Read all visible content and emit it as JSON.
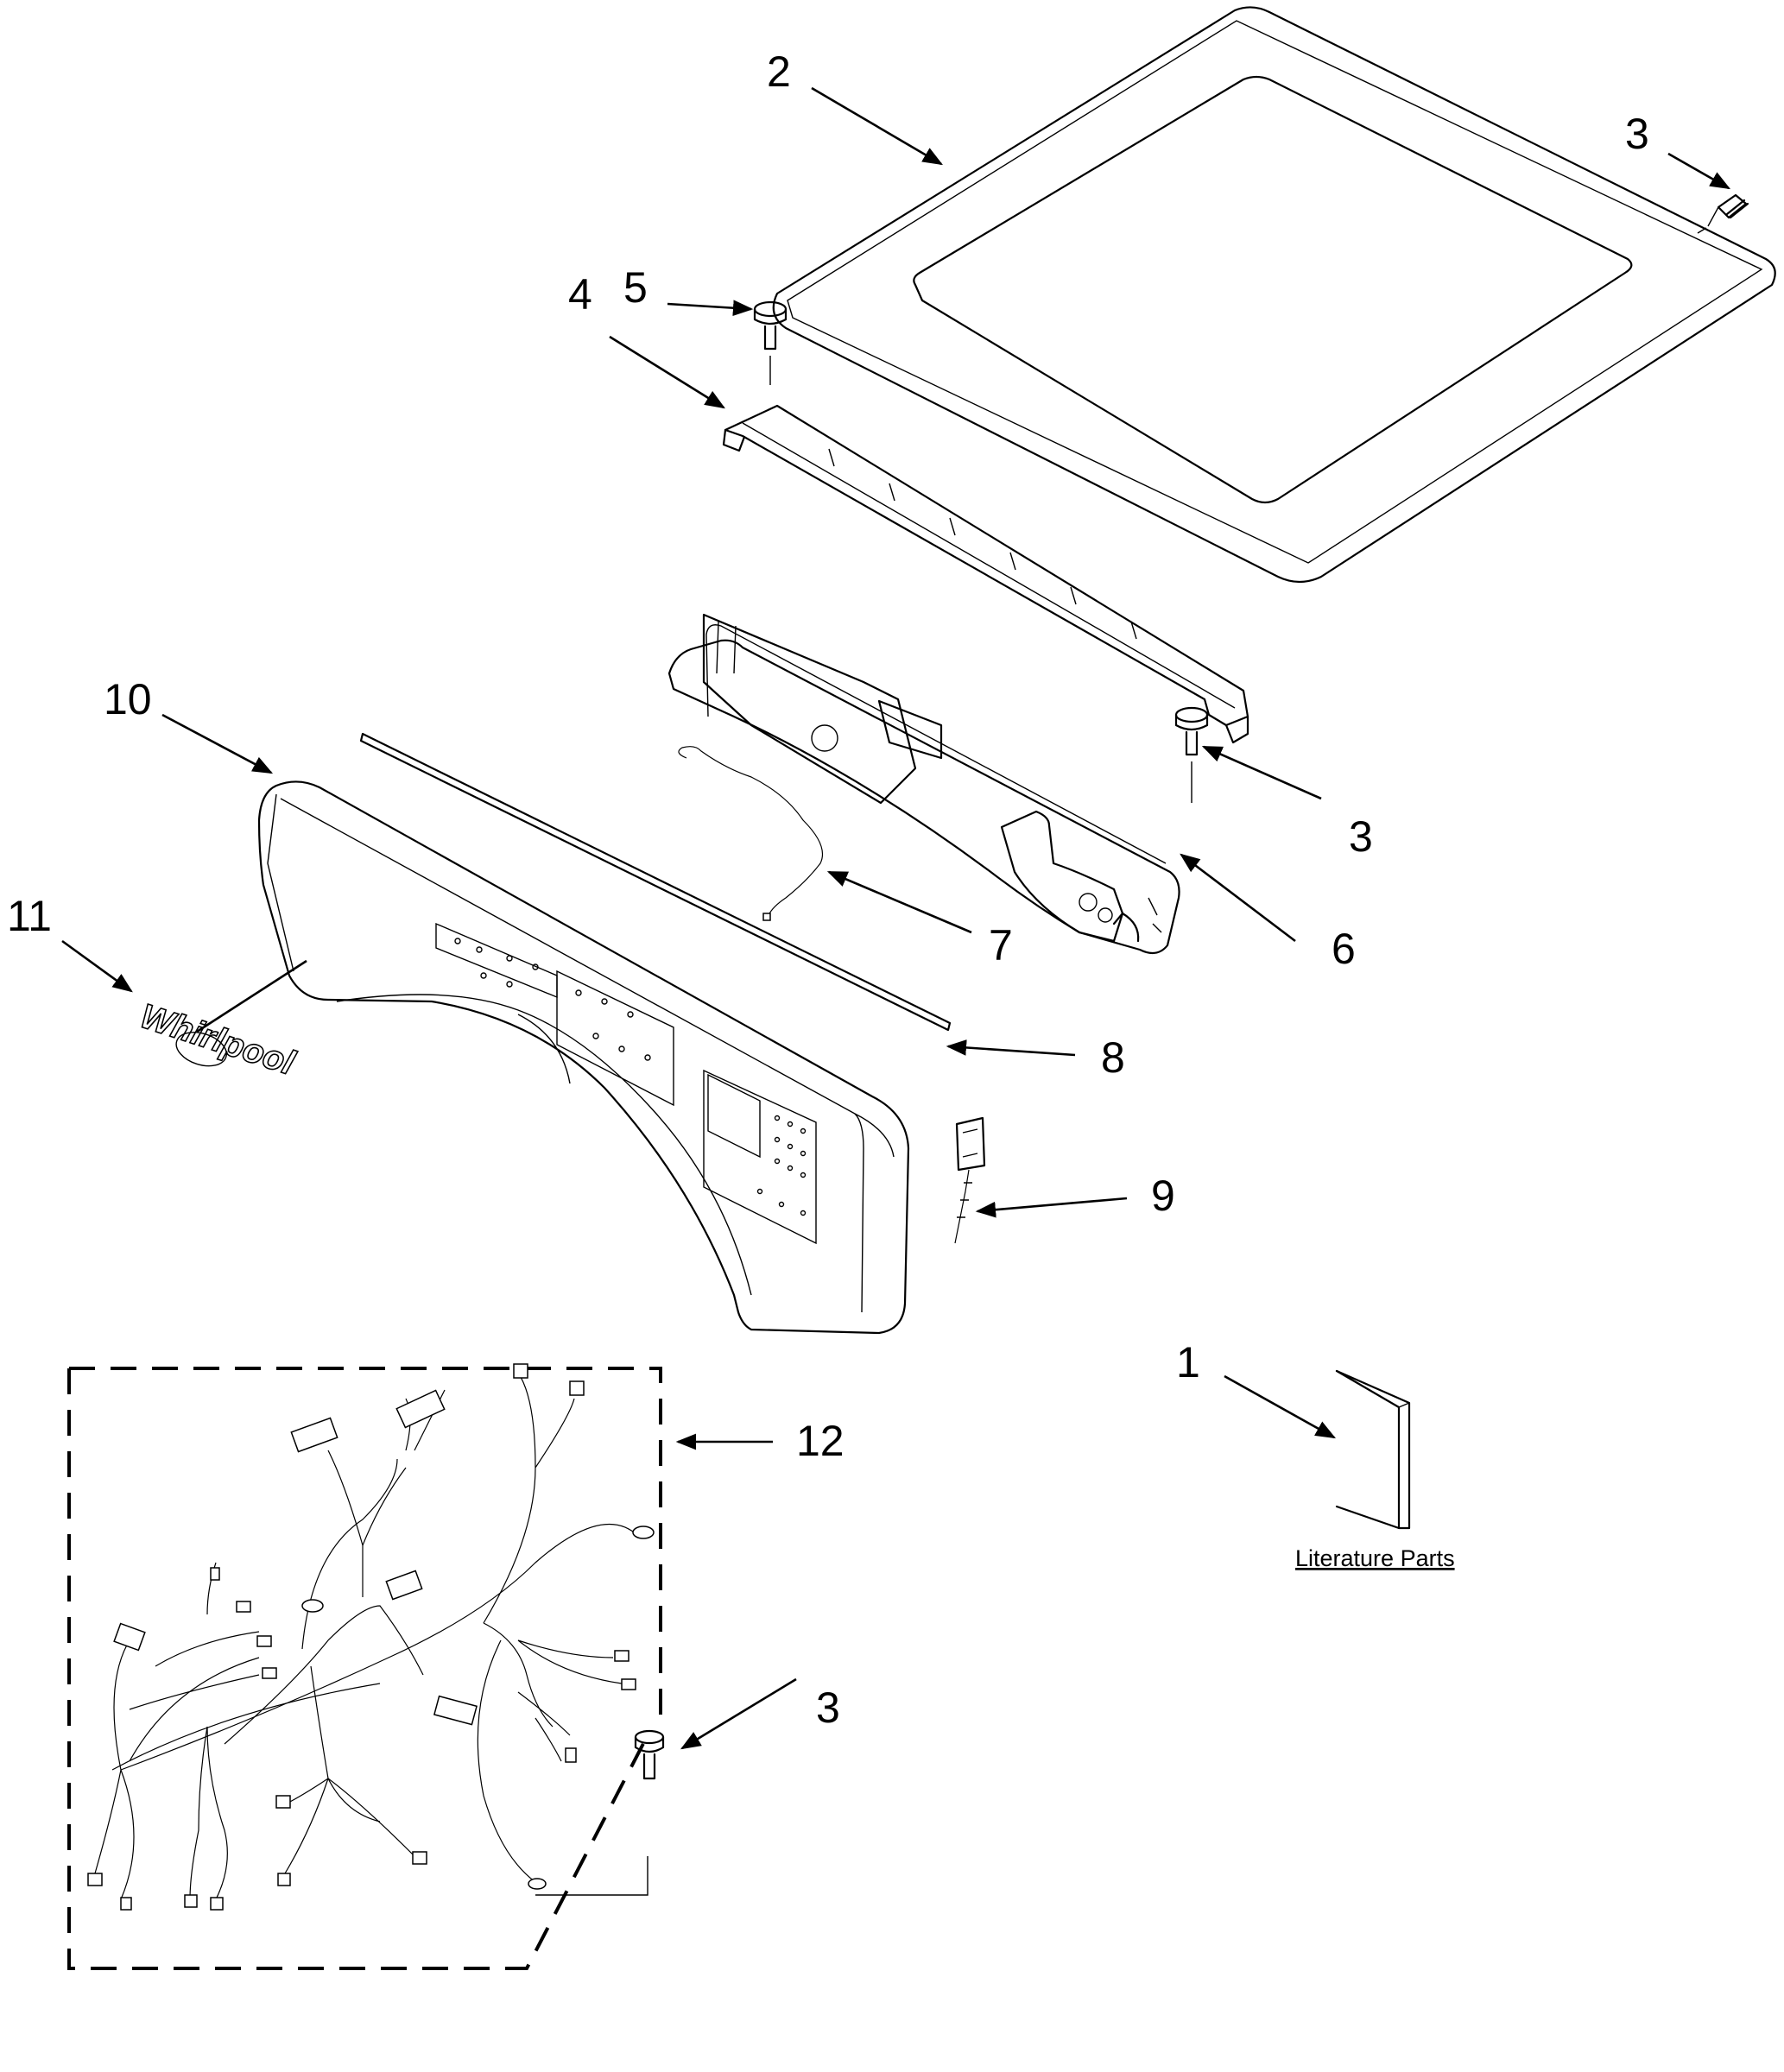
{
  "diagram": {
    "callouts": [
      {
        "id": "2",
        "label": "2"
      },
      {
        "id": "3a",
        "label": "3"
      },
      {
        "id": "5",
        "label": "5"
      },
      {
        "id": "4",
        "label": "4"
      },
      {
        "id": "10",
        "label": "10"
      },
      {
        "id": "3b",
        "label": "3"
      },
      {
        "id": "6",
        "label": "6"
      },
      {
        "id": "7",
        "label": "7"
      },
      {
        "id": "11",
        "label": "11"
      },
      {
        "id": "8",
        "label": "8"
      },
      {
        "id": "9",
        "label": "9"
      },
      {
        "id": "1",
        "label": "1"
      },
      {
        "id": "12",
        "label": "12"
      },
      {
        "id": "3c",
        "label": "3"
      }
    ],
    "literature_label": "Literature Parts",
    "brand_logo_text": "Whirlpool"
  }
}
